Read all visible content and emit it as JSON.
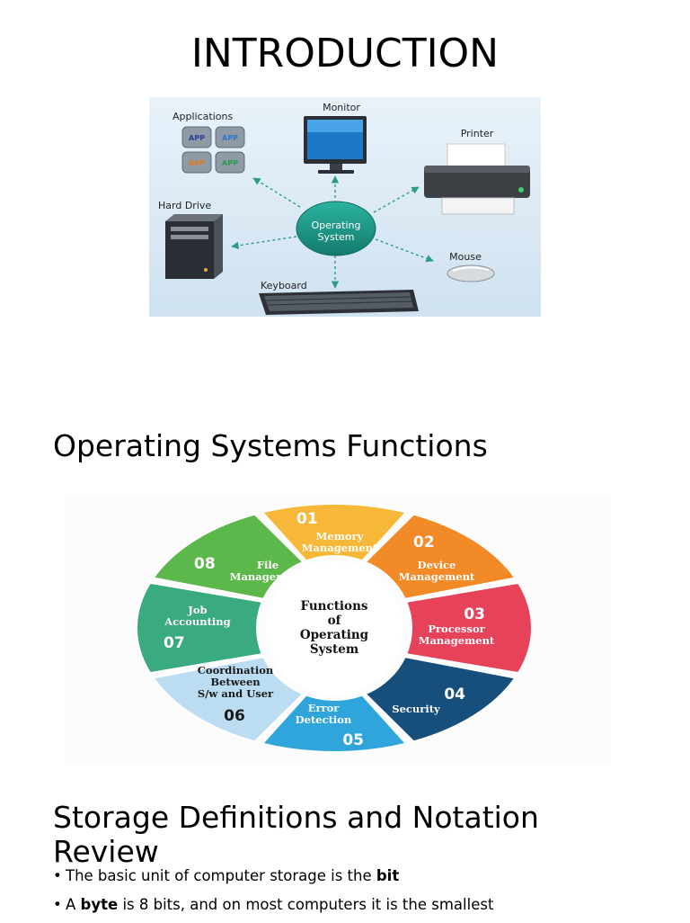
{
  "slide_intro": {
    "title": "INTRODUCTION",
    "diagram": {
      "center": [
        "Operating",
        "System"
      ],
      "labels": {
        "applications": "Applications",
        "monitor": "Monitor",
        "printer": "Printer",
        "hard_drive": "Hard Drive",
        "mouse": "Mouse",
        "keyboard": "Keyboard"
      },
      "app_tile_label": "APP",
      "colors": {
        "background": "#e4eef6",
        "center": "#1e9a8a",
        "arrows": "#2d9b8c"
      }
    }
  },
  "slide_functions": {
    "title": "Operating Systems Functions",
    "center": [
      "Functions",
      "of",
      "Operating",
      "System"
    ],
    "segments": [
      {
        "number": "01",
        "lines": [
          "Memory",
          "Management"
        ],
        "color": "#f7b83a"
      },
      {
        "number": "02",
        "lines": [
          "Device",
          "Management"
        ],
        "color": "#f28a28"
      },
      {
        "number": "03",
        "lines": [
          "Processor",
          "Management"
        ],
        "color": "#e6425a"
      },
      {
        "number": "04",
        "lines": [
          "Security"
        ],
        "color": "#164f7c"
      },
      {
        "number": "05",
        "lines": [
          "Error",
          "Detection"
        ],
        "color": "#2fa5dc"
      },
      {
        "number": "06",
        "lines": [
          "Coordination",
          "Between",
          "S/w and User"
        ],
        "color": "#bcdcf2"
      },
      {
        "number": "07",
        "lines": [
          "Job",
          "Accounting"
        ],
        "color": "#3aaa7f"
      },
      {
        "number": "08",
        "lines": [
          "File",
          "Management"
        ],
        "color": "#5cb84a"
      }
    ]
  },
  "slide_storage": {
    "title": "Storage Definitions and Notation Review",
    "bullets": [
      {
        "before": "The basic unit of computer storage is the ",
        "bold": "bit",
        "after": ""
      },
      {
        "before": "A ",
        "bold": "byte",
        "after": " is 8 bits, and on most computers it is the smallest"
      }
    ]
  }
}
